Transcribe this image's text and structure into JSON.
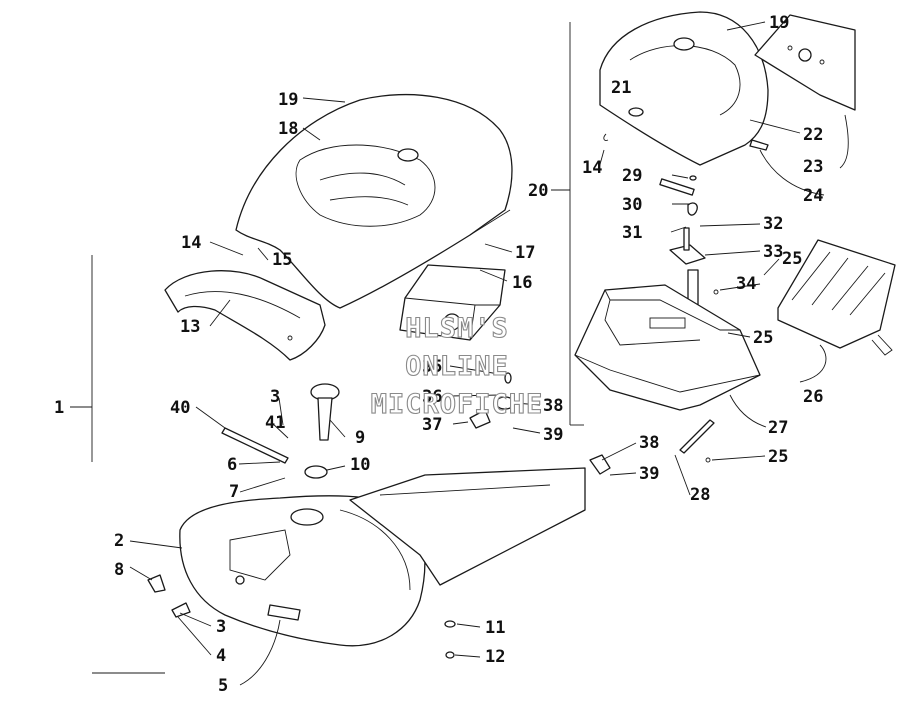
{
  "watermark": {
    "line1": "HLSM'S",
    "line2": "ONLINE",
    "line3": "MICROFICHE"
  },
  "callouts": {
    "c1": "1",
    "c2": "2",
    "c3a": "3",
    "c3b": "3",
    "c4": "4",
    "c5": "5",
    "c6": "6",
    "c7": "7",
    "c8": "8",
    "c9": "9",
    "c10": "10",
    "c11": "11",
    "c12": "12",
    "c13": "13",
    "c14a": "14",
    "c14b": "14",
    "c15": "15",
    "c16": "16",
    "c17": "17",
    "c18": "18",
    "c19a": "19",
    "c19b": "19",
    "c20": "20",
    "c21": "21",
    "c22": "22",
    "c23": "23",
    "c24": "24",
    "c25a": "25",
    "c25b": "25",
    "c25c": "25",
    "c26": "26",
    "c27": "27",
    "c28": "28",
    "c29": "29",
    "c30": "30",
    "c31": "31",
    "c32": "32",
    "c33": "33",
    "c34": "34",
    "c35": "35",
    "c36": "36",
    "c37": "37",
    "c38a": "38",
    "c38b": "38",
    "c39a": "39",
    "c39b": "39",
    "c40": "40",
    "c41": "41"
  }
}
